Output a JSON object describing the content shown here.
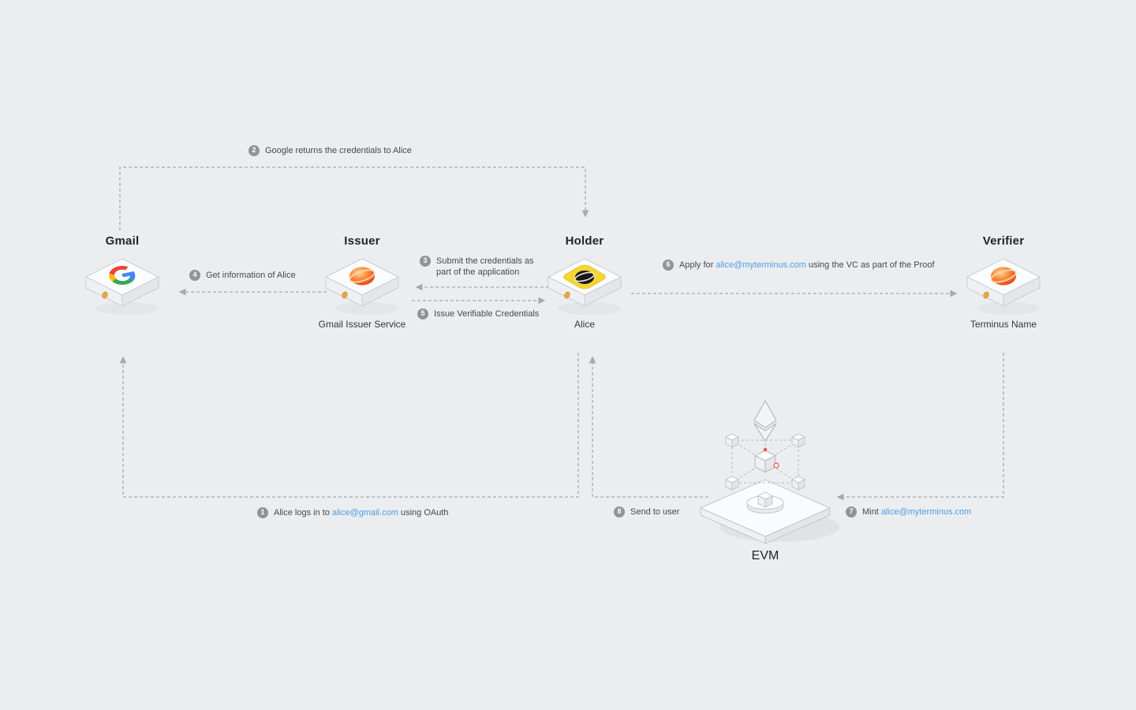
{
  "canvas": {
    "background": "#ebedef"
  },
  "colors": {
    "arrow": "#a6aaae",
    "link": "#4c9eeb",
    "badge_bg": "#8e9499",
    "title_text": "#1f2329",
    "step_text": "#44494f"
  },
  "icons": {
    "gmail": "google-logo-server-box-icon",
    "issuer": "terminus-orb-server-box-icon",
    "holder": "black-orb-yellow-tile-server-box-icon",
    "verifier": "terminus-orb-server-box-icon",
    "evm": "ethereum-blockchain-platform-icon"
  },
  "nodes": {
    "gmail": {
      "title": "Gmail"
    },
    "issuer": {
      "title": "Issuer",
      "label": "Gmail Issuer Service"
    },
    "holder": {
      "title": "Holder",
      "label": "Alice"
    },
    "verifier": {
      "title": "Verifier",
      "label": "Terminus Name"
    },
    "evm": {
      "label": "EVM"
    }
  },
  "steps": {
    "s1": {
      "num": "1",
      "prefix": "Alice logs in to ",
      "link": "alice@gmail.com",
      "suffix": " using OAuth"
    },
    "s2": {
      "num": "2",
      "text": "Google returns the credentials to Alice"
    },
    "s3": {
      "num": "3",
      "text": "Submit the credentials as part of the application"
    },
    "s4": {
      "num": "4",
      "text": "Get information of Alice"
    },
    "s5": {
      "num": "5",
      "text": "Issue Verifiable Credentials"
    },
    "s6": {
      "num": "6",
      "prefix": "Apply for ",
      "link": "alice@myterminus.com",
      "suffix": " using the VC as part of the Proof"
    },
    "s7": {
      "num": "7",
      "prefix": "Mint ",
      "link": "alice@myterminus.com",
      "suffix": ""
    },
    "s8": {
      "num": "8",
      "text": "Send to user"
    }
  }
}
